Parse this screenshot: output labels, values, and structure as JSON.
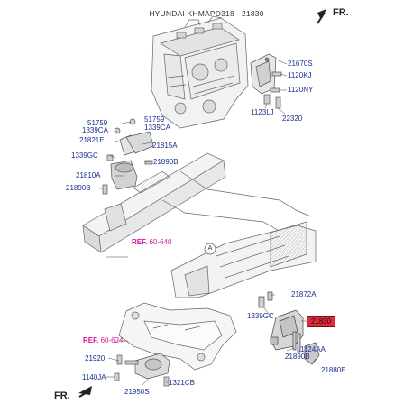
{
  "title": "HYUNDAI KHMAPD318 - 21830",
  "direction_marker": "FR.",
  "view_marker": "A",
  "highlight_color": "#e0293d",
  "label_color": "#1a2f8f",
  "reference_color": "#d4169c",
  "part_codes": {
    "p21670s": "21670S",
    "p1120kj": "1120KJ",
    "p1120ny": "1120NY",
    "p1123lj": "1123LJ",
    "p22320": "22320",
    "p51759_left": "51759",
    "p51759_right": "51759",
    "p1339ca_left": "1339CA",
    "p1339ca_right": "1339CA",
    "p21821e": "21821E",
    "p21815a": "21815A",
    "p1339gc_top": "1339GC",
    "p21890b_top": "21890B",
    "p21810a": "21810A",
    "p21890b_left": "21890B",
    "p21872a": "21872A",
    "p1339gc_bottom": "1339GC",
    "p21830": "21830",
    "p1124aa": "1124AA",
    "p21890b_bottom": "21890B",
    "p21880e": "21880E",
    "p21920": "21920",
    "p1140ja": "1140JA",
    "p21950s": "21950S",
    "p1321cb": "1321CB"
  },
  "references": [
    {
      "prefix": "REF.",
      "number": "60-640"
    },
    {
      "prefix": "REF.",
      "number": "60-624"
    }
  ]
}
